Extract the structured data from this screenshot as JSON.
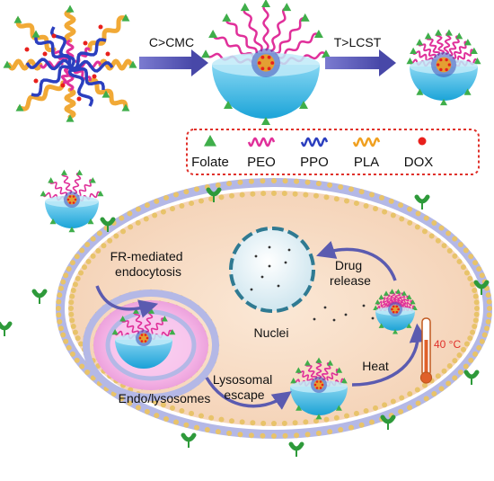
{
  "process": {
    "step1_label": "C>CMC",
    "step2_label": "T>LCST"
  },
  "legend": {
    "items": [
      {
        "label": "Folate",
        "icon": "triangle-icon",
        "color": "#3fae4a"
      },
      {
        "label": "PEO",
        "icon": "wavy-line-icon",
        "color": "#e0309a"
      },
      {
        "label": "PPO",
        "icon": "wavy-line-icon",
        "color": "#2b3fbf"
      },
      {
        "label": "PLA",
        "icon": "wavy-line-icon",
        "color": "#f0a020"
      },
      {
        "label": "DOX",
        "icon": "dot-icon",
        "color": "#e8201c"
      }
    ]
  },
  "cell": {
    "endocytosis_label": "FR-mediated\nendocytosis",
    "nuclei_label": "Nuclei",
    "drug_release_label": "Drug\nrelease",
    "endo_lysosomes_label": "Endo/lysosomes",
    "lysosomal_escape_label": "Lysosomal\nescape",
    "heat_label": "Heat",
    "thermometer_label": "40 °C"
  },
  "colors": {
    "arrow": "#5b5bb0",
    "micelle": "#1ab0e8",
    "cytoplasm": "#f7dcc4",
    "membrane": "#a3a8e0",
    "legend_border": "#e0302a"
  }
}
